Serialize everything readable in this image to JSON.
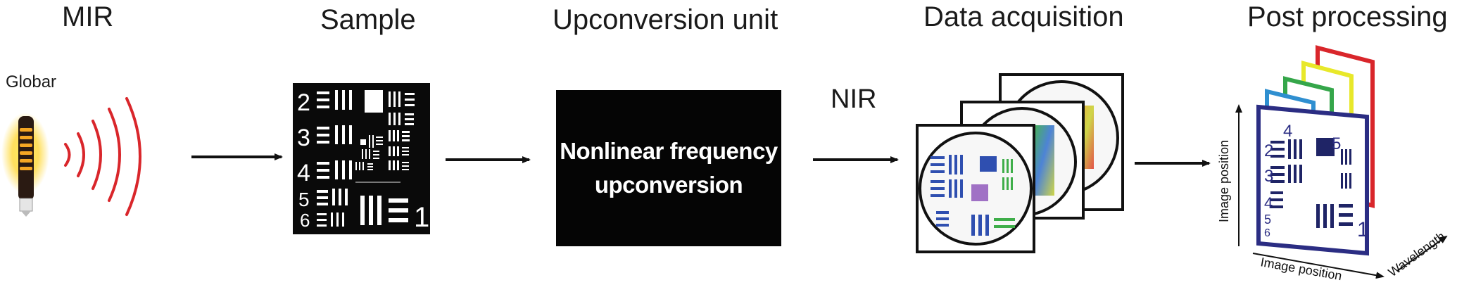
{
  "stages": {
    "mir": "MIR",
    "sample": "Sample",
    "upconversion": "Upconversion unit",
    "acquisition": "Data acquisition",
    "post": "Post processing"
  },
  "source_label": "Globar",
  "nir_label": "NIR",
  "box_text": [
    "Nonlinear frequency",
    "upconversion"
  ],
  "target_numbers": [
    "2",
    "3",
    "4",
    "5",
    "6",
    "1"
  ],
  "axes": {
    "vertical": "Image position",
    "horizontal": "Image position",
    "depth": "Wavelength"
  },
  "colors": {
    "wave": "#d9262b",
    "arrow": "#111111",
    "frames": [
      "#2b2d83",
      "#2f8fd0",
      "#35a64a",
      "#e8e82a",
      "#d9262b"
    ]
  }
}
